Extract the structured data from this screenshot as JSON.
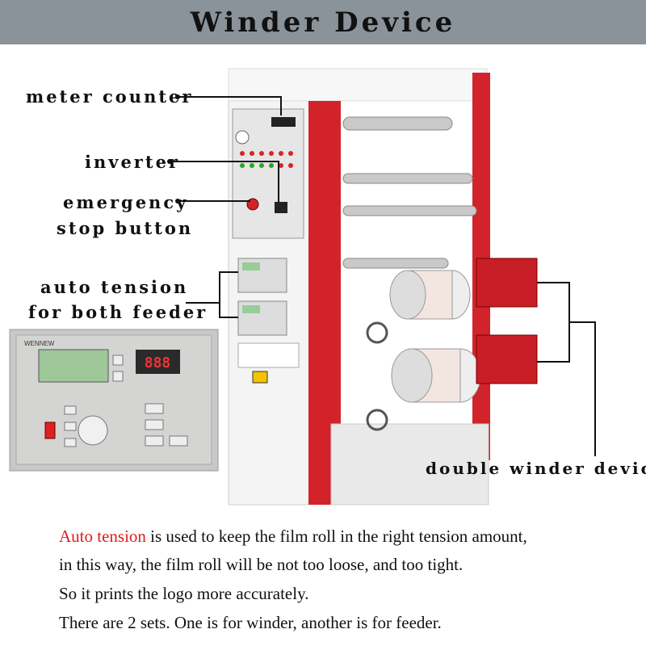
{
  "header": {
    "title": "Winder Device"
  },
  "callouts": {
    "meter_counter": "meter counter",
    "inverter": "inverter",
    "emergency_line1": "emergency",
    "emergency_line2": "stop button",
    "auto_tension_line1": "auto tension",
    "auto_tension_line2": "for both feeder",
    "double_winder": "double winder device"
  },
  "panel": {
    "brand": "WENNEW",
    "display": "888"
  },
  "description": {
    "highlight": "Auto tension",
    "line1_rest": " is used to keep the film roll in the right tension amount,",
    "line2": "in this way, the film roll will be not too loose, and too tight.",
    "line3": "So it prints the logo more accurately.",
    "line4": "There are 2 sets. One is for winder, another is for feeder."
  },
  "colors": {
    "header_bg": "#8a9399",
    "machine_red": "#d2232a",
    "highlight_red": "#e01b1b"
  }
}
